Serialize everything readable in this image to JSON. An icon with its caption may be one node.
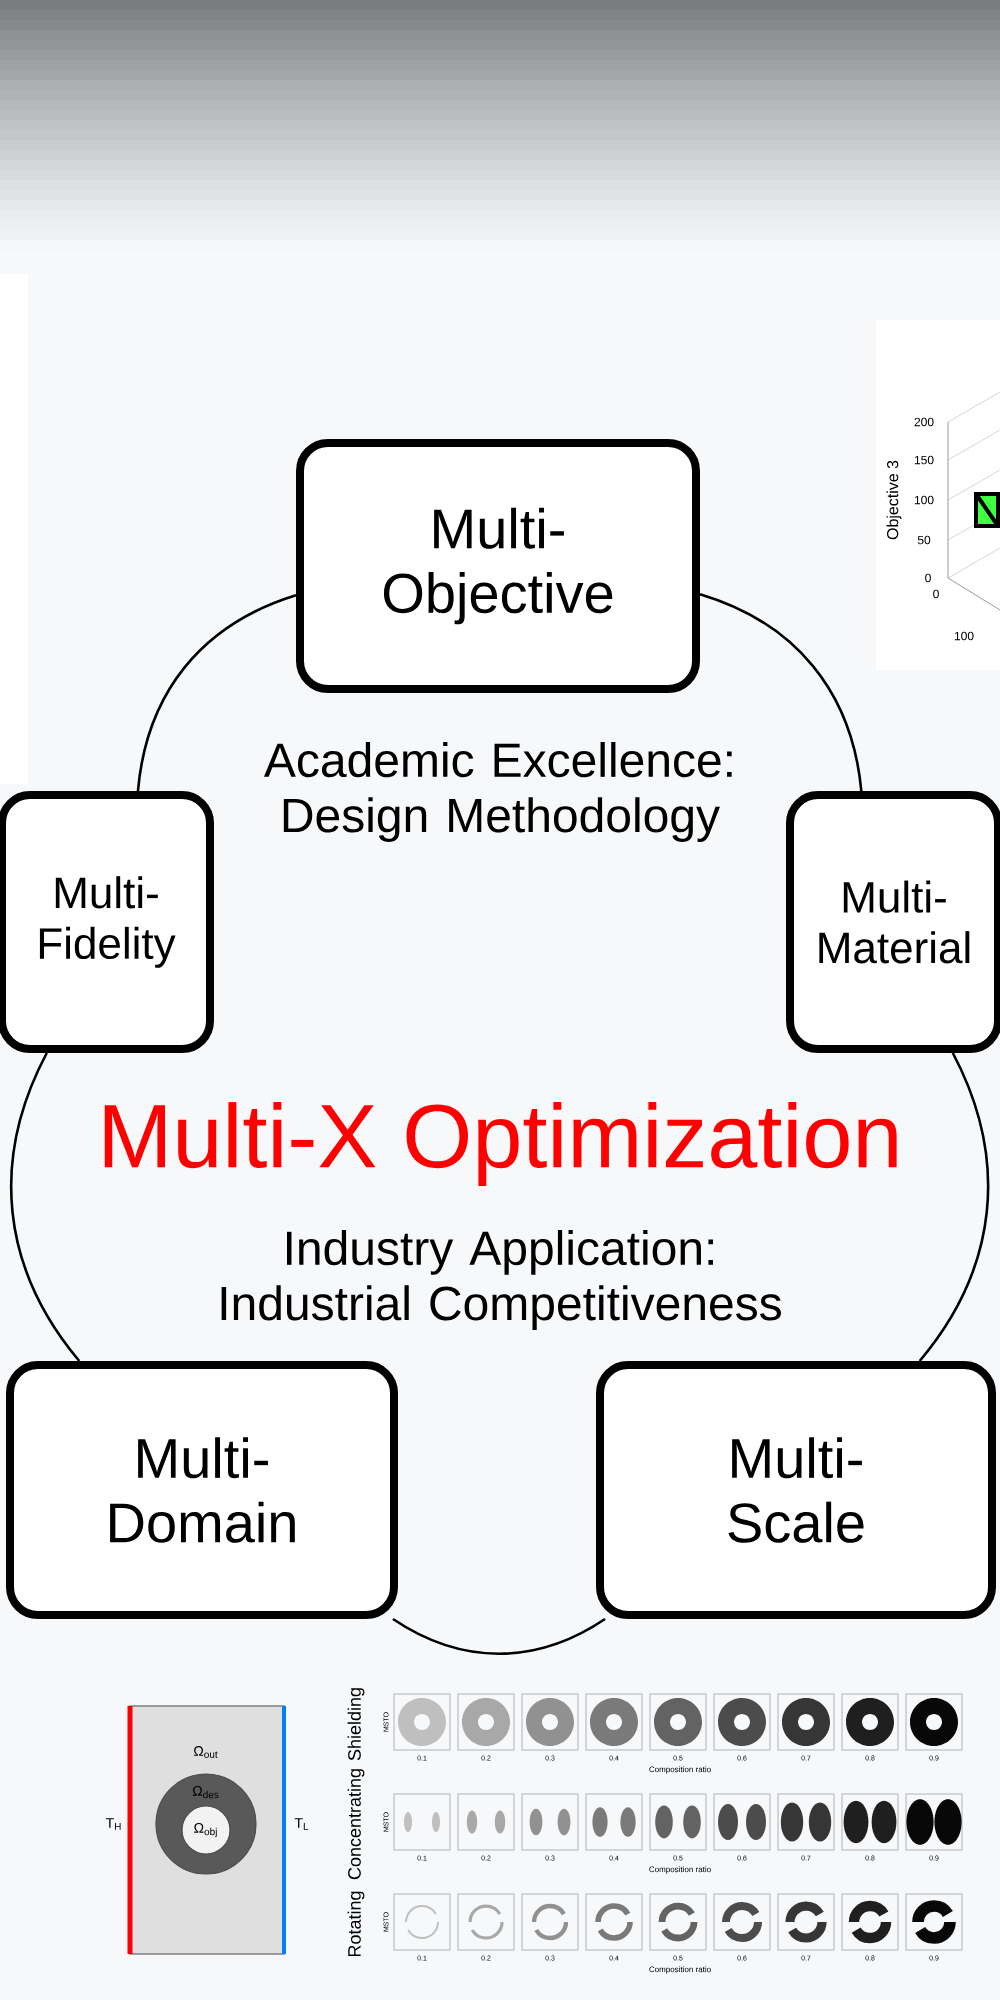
{
  "diagram": {
    "title": "Multi-X Optimization",
    "nodes": [
      {
        "text": [
          "Multi- Objective"
        ]
      },
      {
        "text": [
          "Multi- Fidelity"
        ]
      },
      {
        "text": [
          "Multi- Material"
        ]
      },
      {
        "text": [
          "Multi- Domain"
        ]
      },
      {
        "text": [
          "Multi- Scale"
        ]
      }
    ],
    "edges": [
      {
        "from": 0,
        "to": 2,
        "arrow": "none"
      },
      {
        "from": 2,
        "to": 4,
        "arrow": "none"
      },
      {
        "from": 4,
        "to": 3,
        "arrow": "none"
      },
      {
        "from": 3,
        "to": 1,
        "arrow": "none"
      },
      {
        "from": 1,
        "to": 0,
        "arrow": "none"
      }
    ],
    "labels": [
      "Academic Excellence: Design Methodology",
      "Industry Application: Industrial Competitiveness",
      "Objective 3",
      "200",
      "150",
      "100",
      "50",
      "0",
      "0",
      "100",
      "Ω$_{out}$",
      "Ω$_{des}$",
      "Ω$_{obj}$",
      "T$_{H}$",
      "T$_{L}$",
      "Shielding",
      "MSTO",
      "0.1",
      "0.2",
      "0.3",
      "0.4",
      "0.5",
      "0.6",
      "0.7",
      "0.8",
      "0.9",
      "Composition ratio",
      "Concentrating",
      "MSTO",
      "0.1",
      "0.2",
      "0.3",
      "0.4",
      "0.5",
      "0.6",
      "0.7",
      "0.8",
      "0.9",
      "Composition ratio",
      "Rotating",
      "MSTO",
      "0.1",
      "0.2",
      "0.3",
      "0.4",
      "0.5",
      "0.6",
      "0.7",
      "0.8",
      "0.9",
      "Composition ratio"
    ]
  }
}
